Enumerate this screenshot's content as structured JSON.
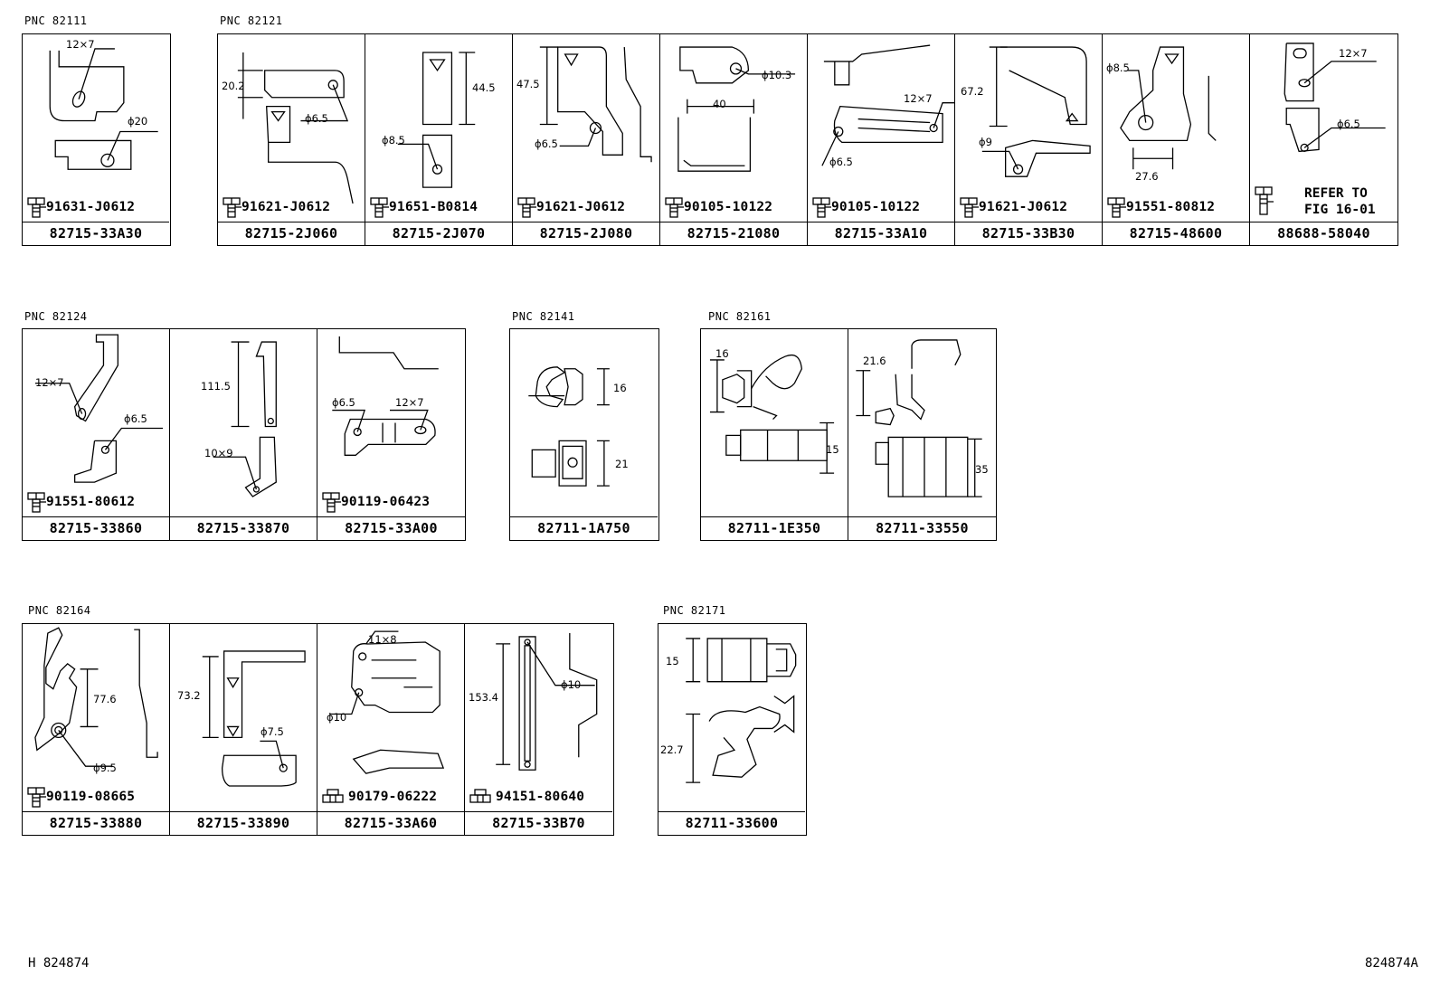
{
  "groups": [
    {
      "pnc": "PNC 82111",
      "cells": [
        {
          "part": "82715-33A30",
          "bolt": "91631-J0612",
          "dims": [
            "12×7",
            "ϕ20"
          ]
        }
      ]
    },
    {
      "pnc": "PNC 82121",
      "cells": [
        {
          "part": "82715-2J060",
          "bolt": "91621-J0612",
          "dims": [
            "20.2",
            "ϕ6.5"
          ]
        },
        {
          "part": "82715-2J070",
          "bolt": "91651-B0814",
          "dims": [
            "44.5",
            "ϕ8.5"
          ]
        },
        {
          "part": "82715-2J080",
          "bolt": "91621-J0612",
          "dims": [
            "47.5",
            "ϕ6.5"
          ]
        },
        {
          "part": "82715-21080",
          "bolt": "90105-10122",
          "dims": [
            "ϕ10.3",
            "40"
          ]
        },
        {
          "part": "82715-33A10",
          "bolt": "90105-10122",
          "dims": [
            "12×7",
            "ϕ6.5"
          ]
        },
        {
          "part": "82715-33B30",
          "bolt": "91621-J0612",
          "dims": [
            "67.2",
            "ϕ9"
          ]
        },
        {
          "part": "82715-48600",
          "bolt": "91551-80812",
          "dims": [
            "ϕ8.5",
            "27.6"
          ]
        },
        {
          "part": "88688-58040",
          "refer": "REFER TO\nFIG 16-01",
          "dims": [
            "12×7",
            "ϕ6.5"
          ]
        }
      ]
    },
    {
      "pnc": "PNC 82124",
      "cells": [
        {
          "part": "82715-33860",
          "bolt": "91551-80612",
          "dims": [
            "12×7",
            "ϕ6.5"
          ]
        },
        {
          "part": "82715-33870",
          "dims": [
            "111.5",
            "10×9"
          ]
        },
        {
          "part": "82715-33A00",
          "bolt": "90119-06423",
          "dims": [
            "ϕ6.5",
            "12×7"
          ]
        }
      ]
    },
    {
      "pnc": "PNC 82141",
      "cells": [
        {
          "part": "82711-1A750",
          "dims": [
            "16",
            "21"
          ]
        }
      ]
    },
    {
      "pnc": "PNC 82161",
      "cells": [
        {
          "part": "82711-1E350",
          "dims": [
            "16",
            "15"
          ]
        },
        {
          "part": "82711-33550",
          "dims": [
            "21.6",
            "35"
          ]
        }
      ]
    },
    {
      "pnc": "PNC 82164",
      "cells": [
        {
          "part": "82715-33880",
          "bolt": "90119-08665",
          "dims": [
            "77.6",
            "ϕ9.5"
          ]
        },
        {
          "part": "82715-33890",
          "dims": [
            "73.2",
            "ϕ7.5"
          ]
        },
        {
          "part": "82715-33A60",
          "bolt": "90179-06222",
          "dims": [
            "11×8",
            "ϕ10"
          ]
        },
        {
          "part": "82715-33B70",
          "bolt": "94151-80640",
          "dims": [
            "153.4",
            "ϕ10"
          ]
        }
      ]
    },
    {
      "pnc": "PNC 82171",
      "cells": [
        {
          "part": "82711-33600",
          "dims": [
            "15",
            "22.7"
          ]
        }
      ]
    }
  ],
  "footer": {
    "left": "H 824874",
    "right": "824874A"
  }
}
